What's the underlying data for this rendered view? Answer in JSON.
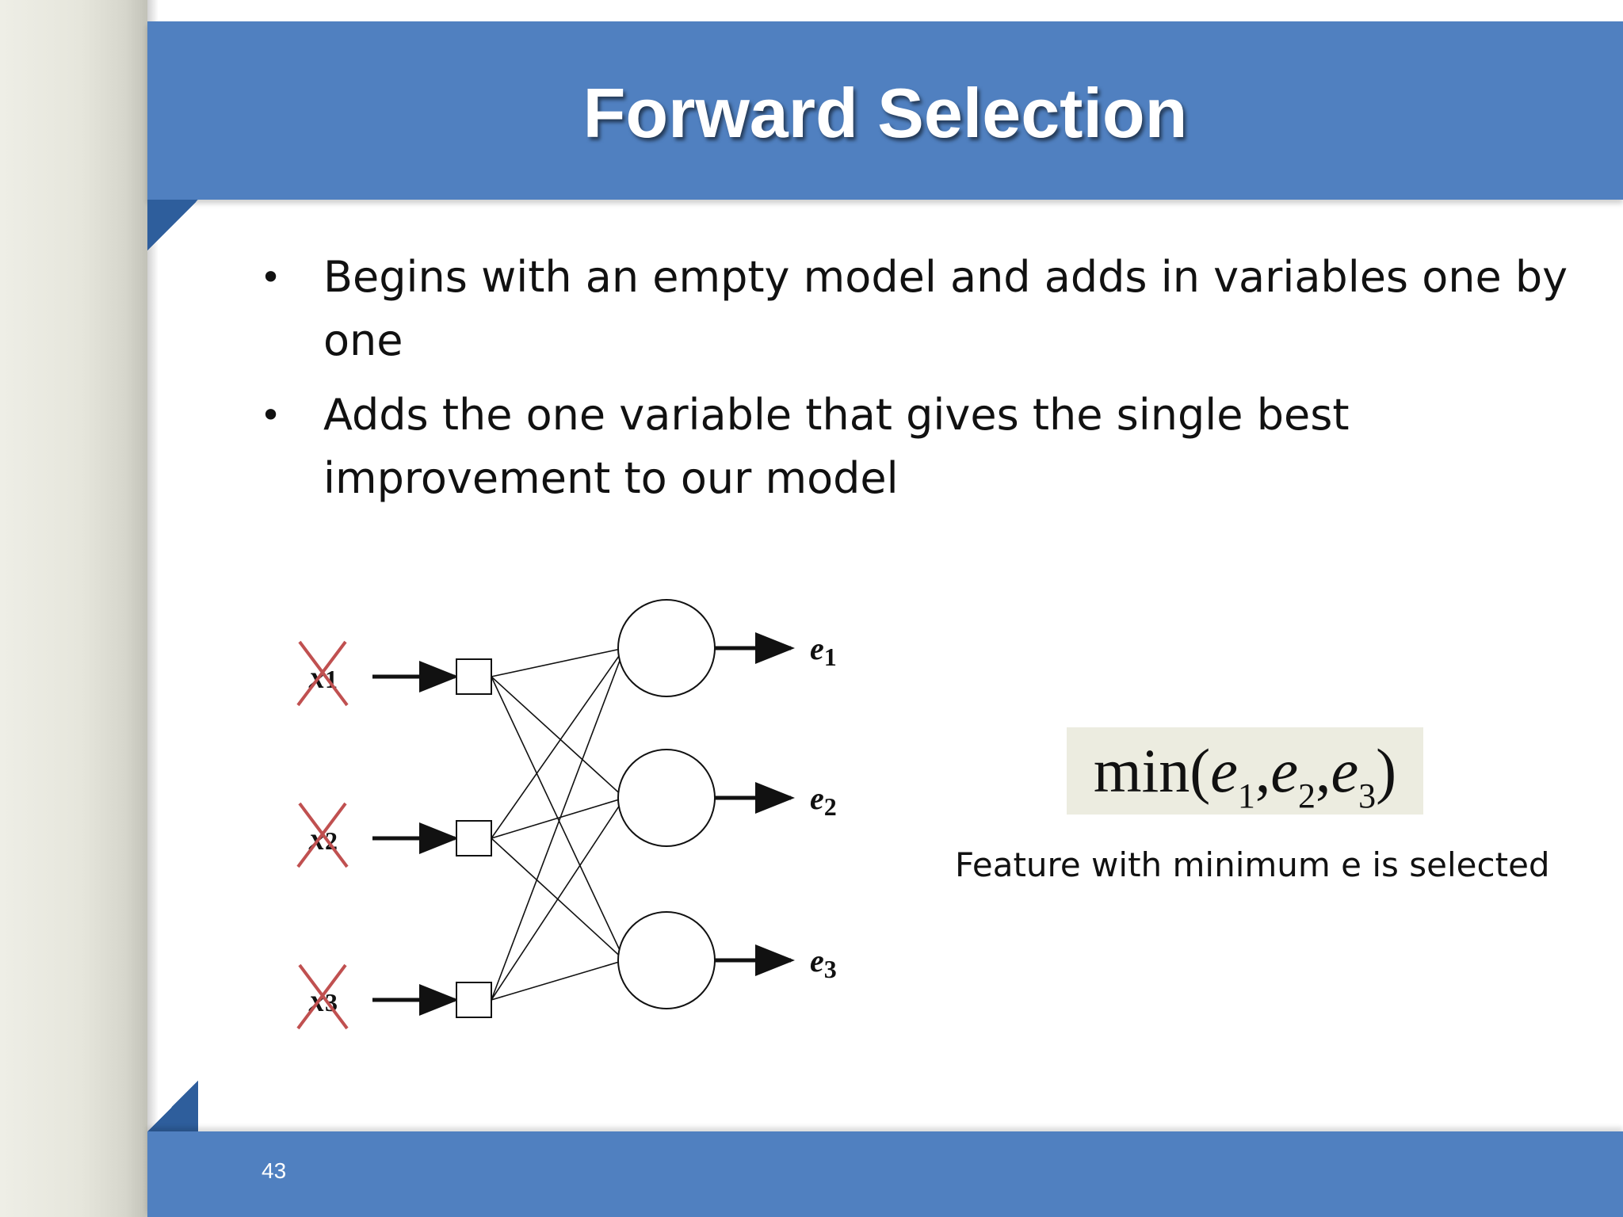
{
  "slide": {
    "title": "Forward Selection",
    "page_number": "43"
  },
  "bullets": [
    {
      "text": " Begins with an empty model and adds in variables one by one"
    },
    {
      "text": "Adds the one variable that gives the single best improvement to our model"
    }
  ],
  "diagram": {
    "inputs": [
      {
        "base": "x",
        "sub": "1",
        "crossed_out": true
      },
      {
        "base": "x",
        "sub": "2",
        "crossed_out": true
      },
      {
        "base": "x",
        "sub": "3",
        "crossed_out": true
      }
    ],
    "outputs": [
      {
        "base": "e",
        "sub": "1"
      },
      {
        "base": "e",
        "sub": "2"
      },
      {
        "base": "e",
        "sub": "3"
      }
    ]
  },
  "formula": {
    "func": "min",
    "open": "(",
    "close": ")",
    "sep": ",",
    "args": [
      {
        "base": "e",
        "sub": "1"
      },
      {
        "base": "e",
        "sub": "2"
      },
      {
        "base": "e",
        "sub": "3"
      }
    ]
  },
  "caption": "Feature with minimum e is selected",
  "colors": {
    "bar": "#5080c0",
    "fold": "#2e5e9c",
    "cross": "#c05050",
    "formula_bg": "#ecece0"
  }
}
